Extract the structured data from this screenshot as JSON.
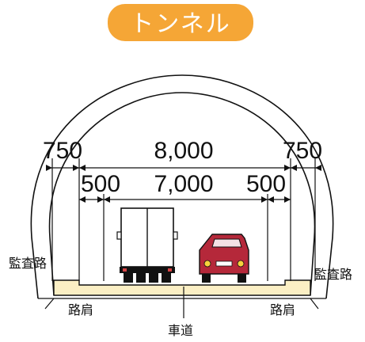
{
  "title": "トンネル",
  "colors": {
    "title_badge": "#F5A636",
    "road_fill": "#FBEFC4",
    "car_red": "#B5283A",
    "truck_body": "#FFFFFF",
    "outline": "#111111"
  },
  "dimensions": {
    "total_width": "8,000",
    "inner_width": "7,000",
    "left_inspection": "750",
    "right_inspection": "750",
    "left_shoulder": "500",
    "right_shoulder": "500"
  },
  "labels": {
    "inspection_path_left": "監査路",
    "inspection_path_right": "監査路",
    "shoulder_left": "路肩",
    "shoulder_right": "路肩",
    "carriageway": "車道"
  },
  "icons": [
    "truck-icon",
    "car-icon"
  ]
}
